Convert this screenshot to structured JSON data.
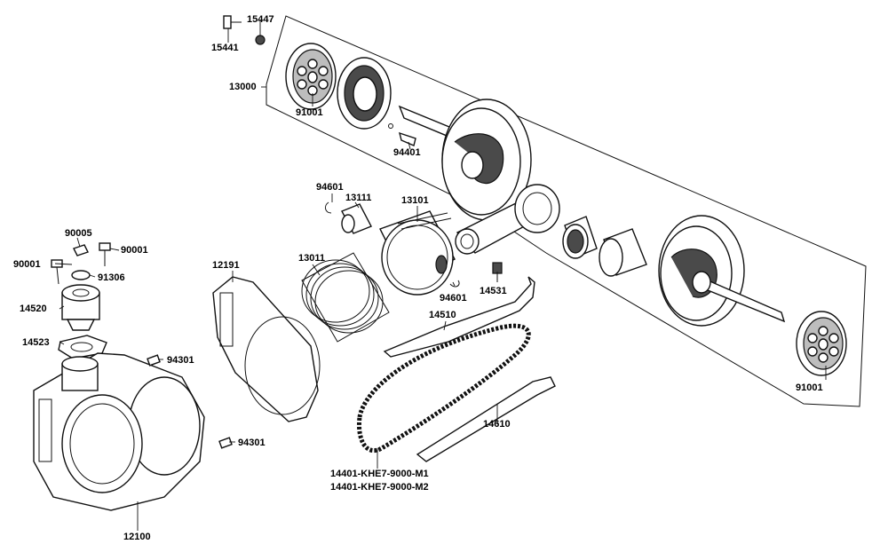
{
  "parts": [
    {
      "id": "p15447",
      "number": "15447"
    },
    {
      "id": "p15441",
      "number": "15441"
    },
    {
      "id": "p13000",
      "number": "13000"
    },
    {
      "id": "p91001a",
      "number": "91001"
    },
    {
      "id": "p94401",
      "number": "94401"
    },
    {
      "id": "p94601a",
      "number": "94601"
    },
    {
      "id": "p13111",
      "number": "13111"
    },
    {
      "id": "p13101",
      "number": "13101"
    },
    {
      "id": "p90005",
      "number": "90005"
    },
    {
      "id": "p90001a",
      "number": "90001"
    },
    {
      "id": "p90001b",
      "number": "90001"
    },
    {
      "id": "p91306",
      "number": "91306"
    },
    {
      "id": "p12191",
      "number": "12191"
    },
    {
      "id": "p13011",
      "number": "13011"
    },
    {
      "id": "p94601b",
      "number": "94601"
    },
    {
      "id": "p14531",
      "number": "14531"
    },
    {
      "id": "p14520",
      "number": "14520"
    },
    {
      "id": "p14510",
      "number": "14510"
    },
    {
      "id": "p14523",
      "number": "14523"
    },
    {
      "id": "p94301a",
      "number": "94301"
    },
    {
      "id": "p91001b",
      "number": "91001"
    },
    {
      "id": "p14610",
      "number": "14610"
    },
    {
      "id": "p94301b",
      "number": "94301"
    },
    {
      "id": "p14401m1",
      "number": "14401-KHE7-9000-M1"
    },
    {
      "id": "p14401m2",
      "number": "14401-KHE7-9000-M2"
    },
    {
      "id": "p12100",
      "number": "12100"
    }
  ]
}
